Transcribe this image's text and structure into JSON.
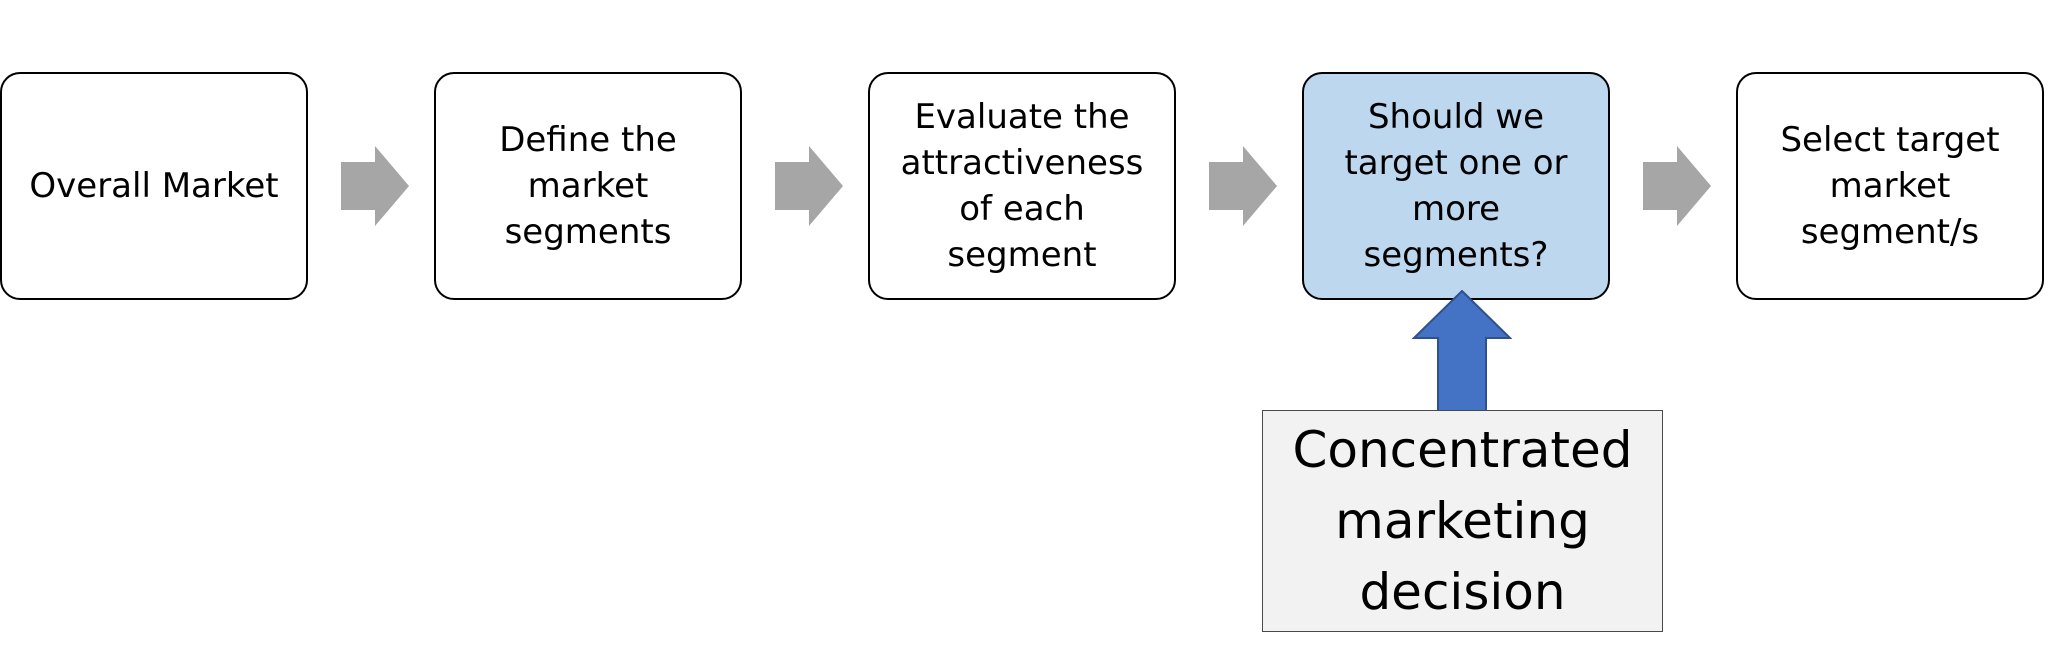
{
  "steps": [
    {
      "label": "Overall Market"
    },
    {
      "label": "Define the\nmarket\nsegments"
    },
    {
      "label": "Evaluate the\nattractiveness\nof each\nsegment"
    },
    {
      "label": "Should we\ntarget one or\nmore\nsegments?"
    },
    {
      "label": "Select target\nmarket\nsegment/s"
    }
  ],
  "decision": {
    "label": "Concentrated\nmarketing\ndecision"
  },
  "colors": {
    "flow_arrow": "#a6a6a6",
    "highlight_fill": "#bdd7ee",
    "up_arrow_fill": "#4472c4",
    "up_arrow_stroke": "#2f528f",
    "decision_fill": "#f2f2f2"
  },
  "icons": {
    "flow_arrow": "right-arrow-icon",
    "up_arrow": "up-arrow-icon"
  }
}
